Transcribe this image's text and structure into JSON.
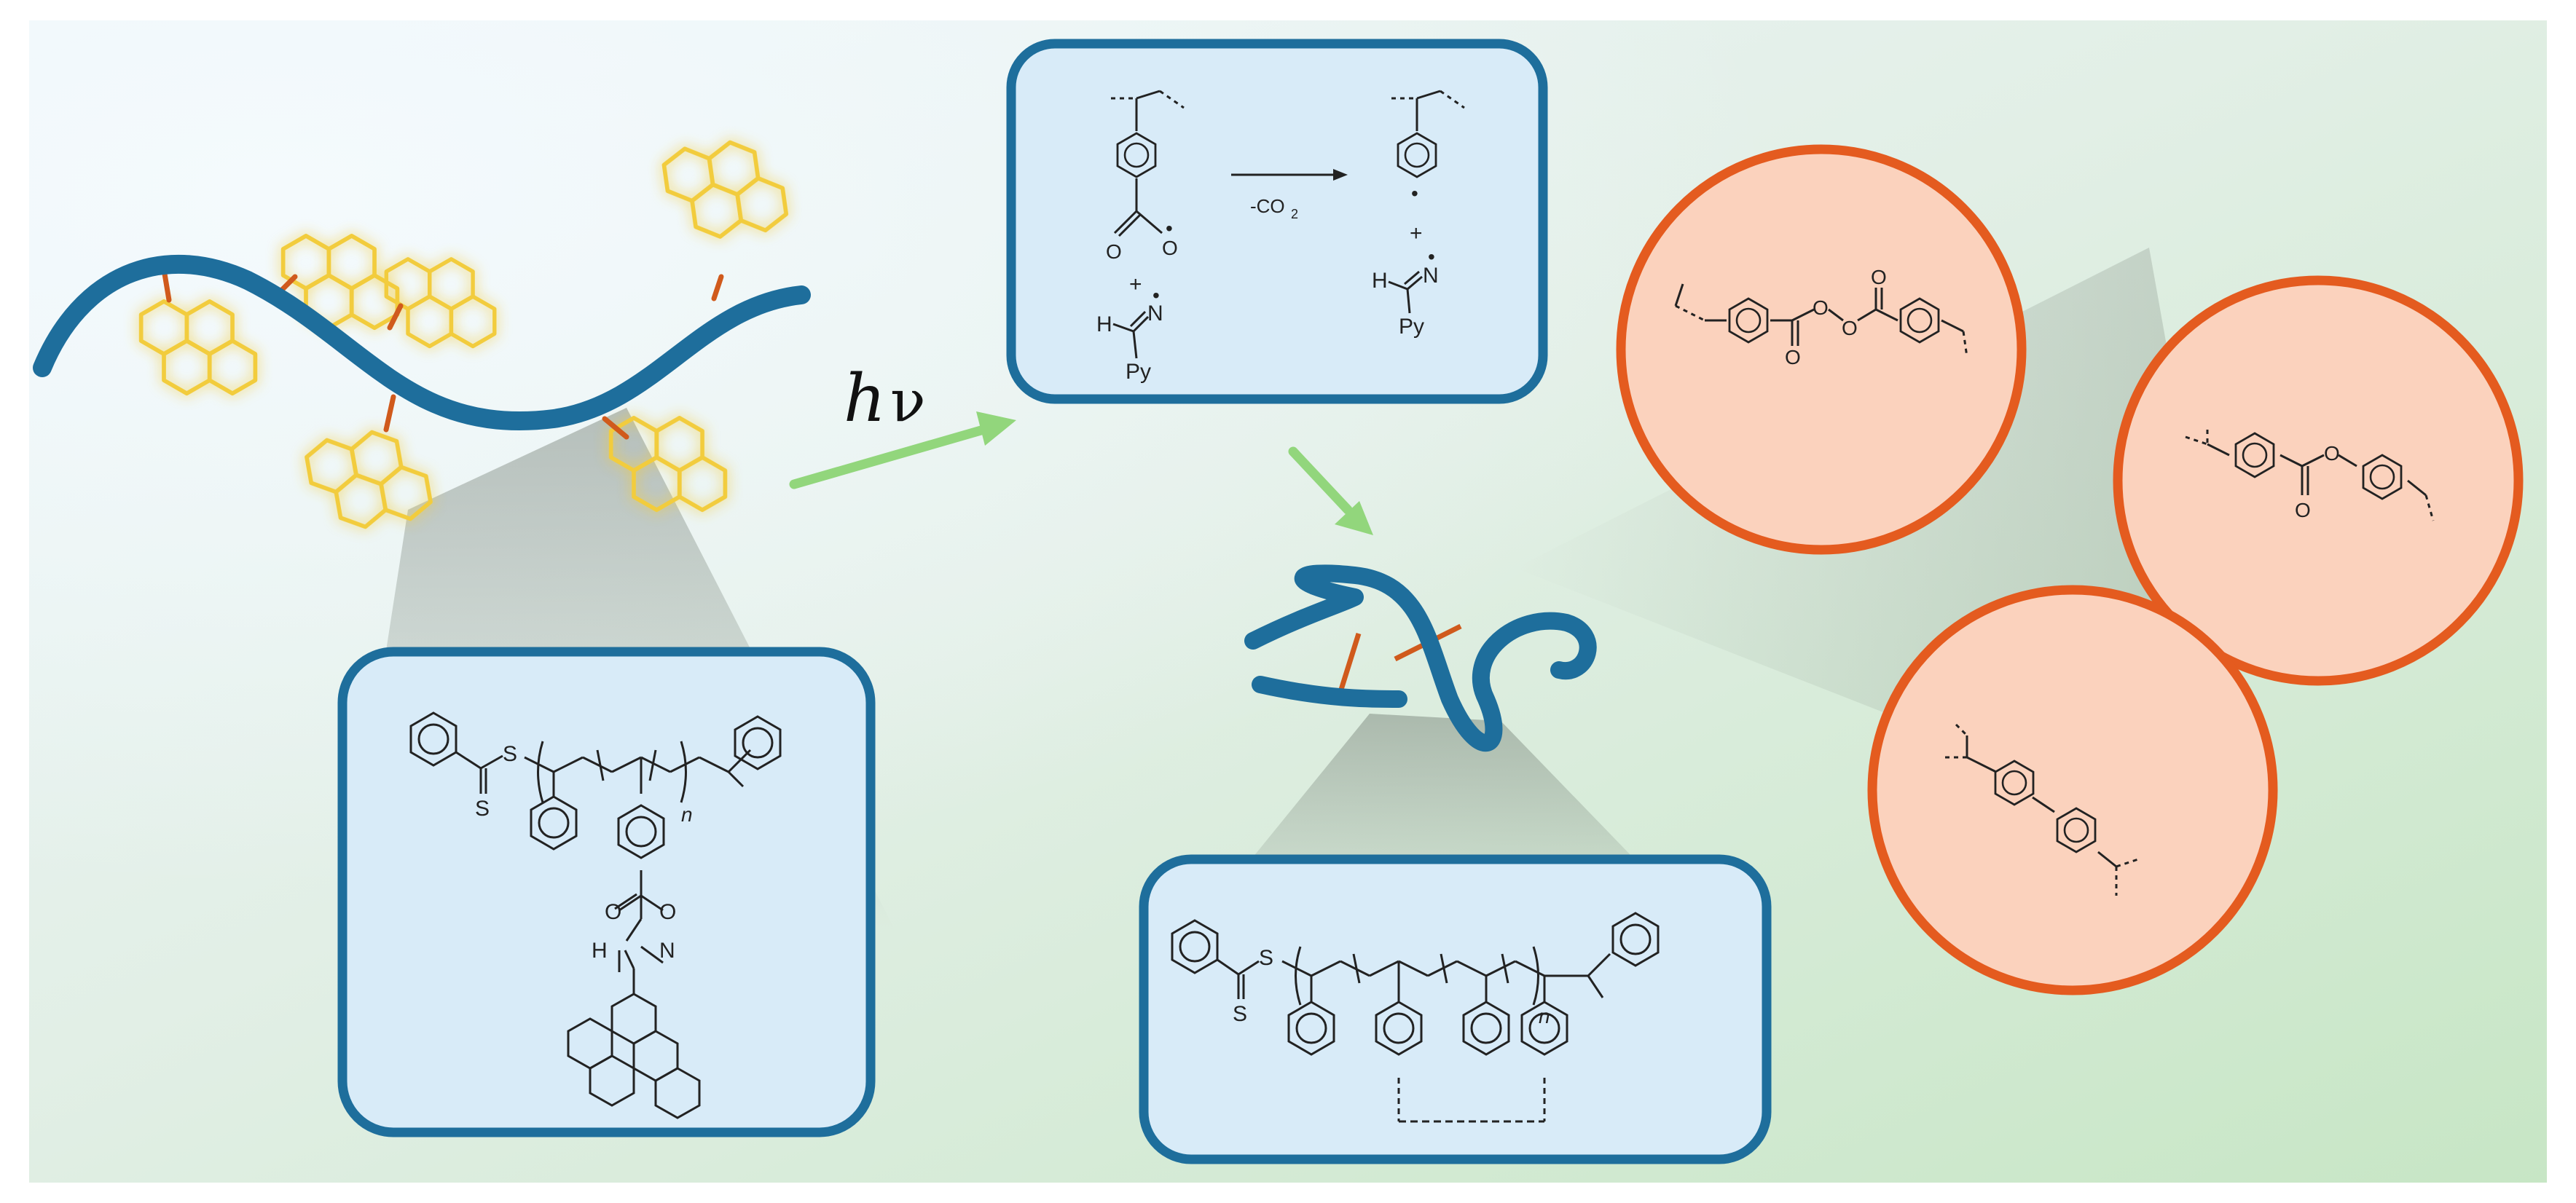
{
  "arrow_label": {
    "h": "h",
    "nu": "ν"
  },
  "reaction": {
    "minus_co2": "-CO",
    "minus_co2_sub": "2",
    "plus": "+",
    "h": "H",
    "n_radical": "N",
    "py": "Py",
    "o_radical": "O",
    "o": "O"
  },
  "polymer_start": {
    "s": "S",
    "s_thio": "S",
    "n": "n",
    "o1": "O",
    "o2": "O",
    "h": "H",
    "n_imine": "N"
  },
  "polymer_crosslinked": {
    "s": "S",
    "s_thio": "S",
    "n": "n"
  },
  "products": [
    {
      "o1": "O",
      "o2": "O",
      "o3": "O",
      "o4": "O"
    },
    {
      "o1": "O",
      "o2": "O"
    },
    {}
  ],
  "colors": {
    "polymer_chain": "#1e6e9c",
    "pyrene": "#f2cc3d",
    "pyrene_glow": "#b6ee7a",
    "crosslink": "#d05a1c",
    "panel_fill": "#d8ebf8",
    "panel_border": "#1e6e9c",
    "product_fill": "#fbd2bd",
    "product_border": "#e45b1f",
    "arrow": "#92d67c"
  }
}
